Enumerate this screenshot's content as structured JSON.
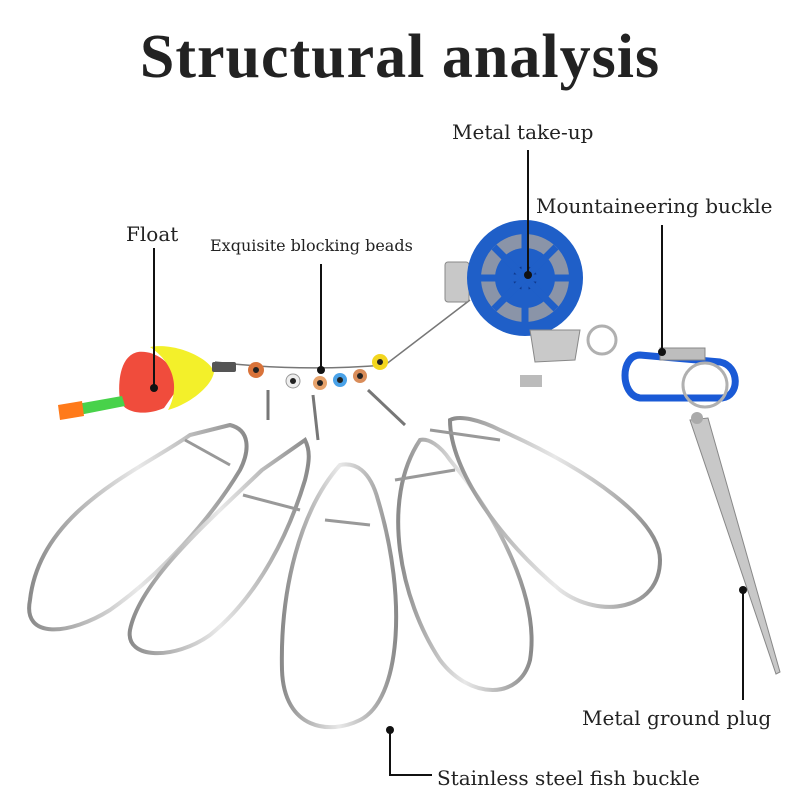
{
  "title": "Structural analysis",
  "labels": {
    "float": "Float",
    "beads": "Exquisite blocking beads",
    "takeup": "Metal take-up",
    "mountaineering": "Mountaineering buckle",
    "ground_plug": "Metal ground plug",
    "fish_buckle": "Stainless steel fish buckle"
  },
  "colors": {
    "float_top": "#f3f02a",
    "float_bottom": "#f04c3c",
    "float_tip": "#ff7a1a",
    "reel_blue": "#1f5fc8",
    "carabiner_blue": "#1a5ad6",
    "steel": "#b4b4b4",
    "leader": "#111111"
  }
}
